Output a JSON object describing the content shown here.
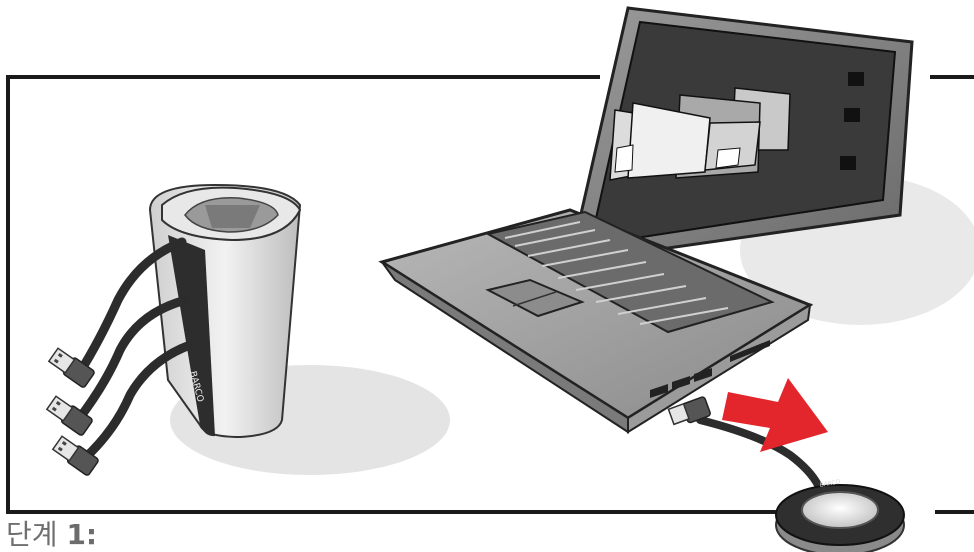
{
  "caption": {
    "word": "단계",
    "number": "1:"
  },
  "colors": {
    "arrow": "#e3262c",
    "frame": "#1a1a1a",
    "screen": "#3a3a3a"
  },
  "logos": {
    "base_unit": "BARCO",
    "button": "BARCO"
  }
}
